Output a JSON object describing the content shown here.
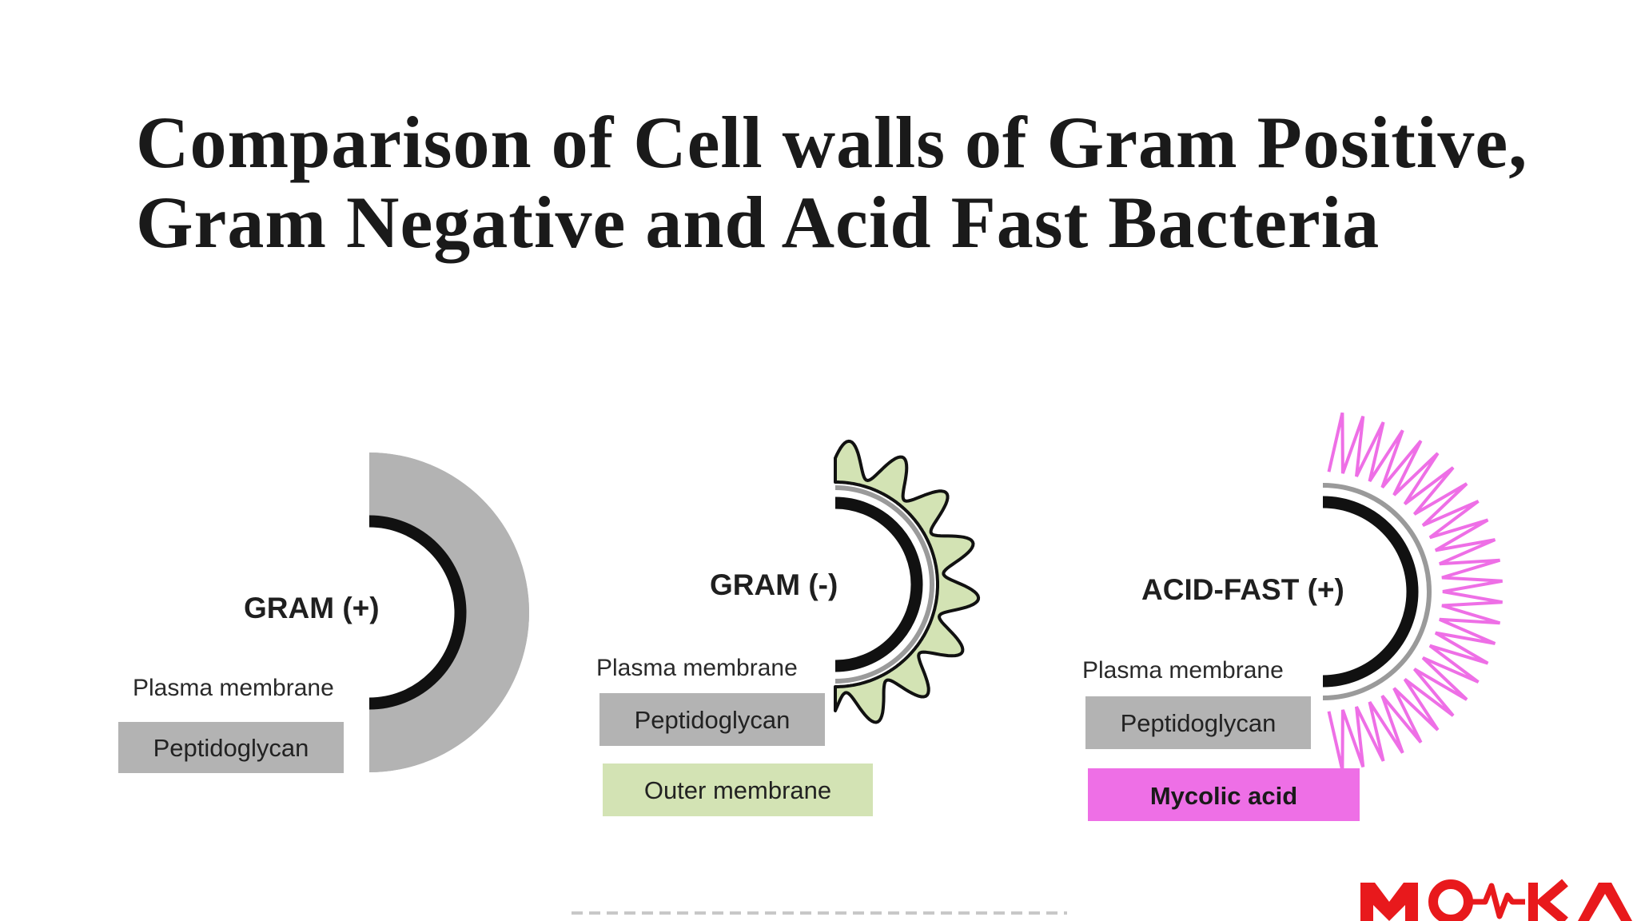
{
  "title": {
    "line1": "Comparison of Cell walls of Gram Positive,",
    "line2": "Gram Negative and Acid Fast Bacteria"
  },
  "panels": [
    {
      "heading": "GRAM (+)",
      "membrane_label": "Plasma membrane",
      "boxes": [
        {
          "label": "Peptidoglycan",
          "color": "#b3b3b3"
        }
      ]
    },
    {
      "heading": "GRAM (-)",
      "membrane_label": "Plasma membrane",
      "boxes": [
        {
          "label": "Peptidoglycan",
          "color": "#b3b3b3"
        },
        {
          "label": "Outer membrane",
          "color": "#d3e3b4"
        }
      ]
    },
    {
      "heading": "ACID-FAST (+)",
      "membrane_label": "Plasma membrane",
      "boxes": [
        {
          "label": "Peptidoglycan",
          "color": "#b3b3b3"
        },
        {
          "label": "Mycolic acid",
          "color": "#ee6fe6"
        }
      ]
    }
  ],
  "colors": {
    "membrane": "#111111",
    "peptidoglycan": "#b3b3b3",
    "outer_membrane": "#d3e3b4",
    "mycolic_acid": "#ee6fe6",
    "logo": "#e8191c"
  },
  "logo": {
    "text": "MOHKA"
  }
}
